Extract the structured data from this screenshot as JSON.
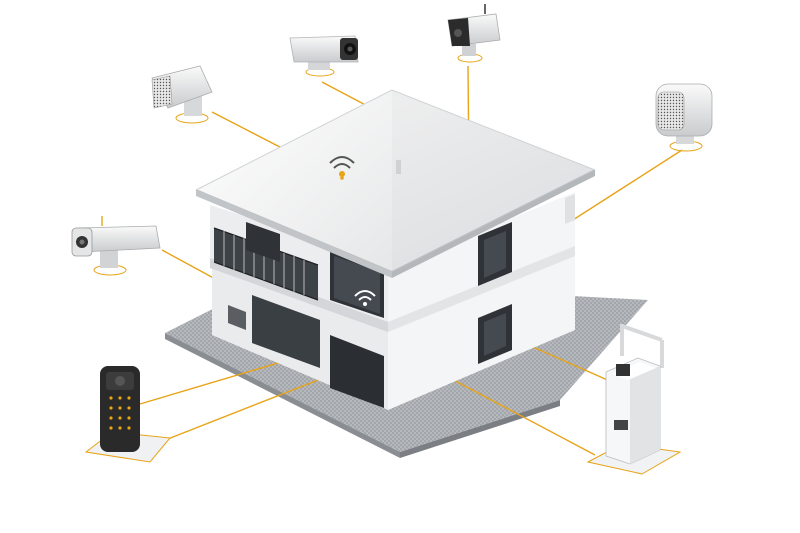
{
  "scene": {
    "subject": "smart-home-house",
    "colors": {
      "background": "#ffffff",
      "link_line": "#e8a317",
      "wall_light": "#f2f3f4",
      "wall_shade": "#d9dcdf",
      "roof": "#f7f7f7",
      "window_dark": "#2f3338",
      "ground_pattern": "#9a9ea3",
      "device_body": "#eeeeee",
      "device_dark": "#2a2a2a"
    },
    "devices": [
      {
        "id": "camera-top-center",
        "icon": "cctv-camera-icon"
      },
      {
        "id": "camera-top-right",
        "icon": "cctv-camera-icon"
      },
      {
        "id": "sensor-left",
        "icon": "motion-sensor-icon"
      },
      {
        "id": "sensor-right",
        "icon": "motion-sensor-icon"
      },
      {
        "id": "camera-left",
        "icon": "cctv-camera-icon"
      },
      {
        "id": "control-panel",
        "icon": "keypad-remote-icon"
      },
      {
        "id": "boiler-unit",
        "icon": "boiler-icon"
      },
      {
        "id": "wifi-hub",
        "icon": "wifi-icon"
      }
    ]
  }
}
